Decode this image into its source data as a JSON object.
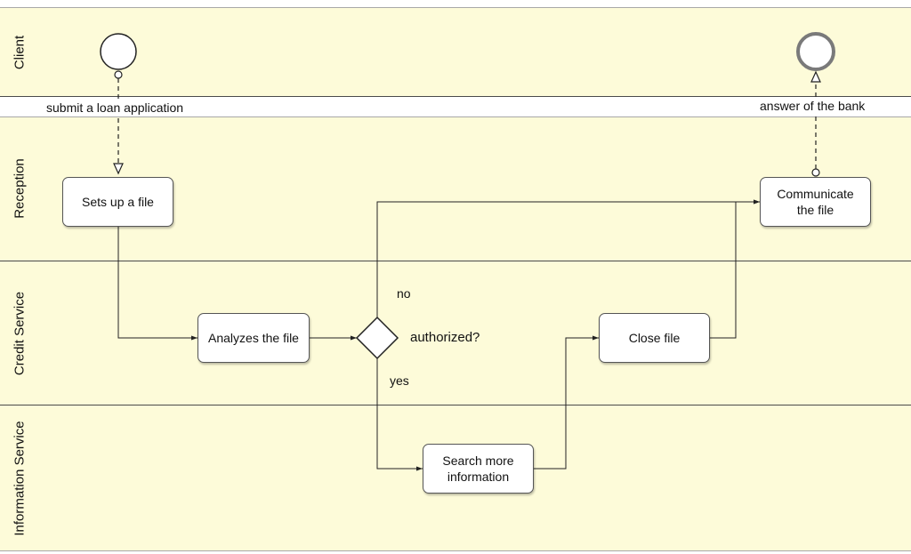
{
  "lanes": {
    "client": "Client",
    "reception": "Reception",
    "credit_service": "Credit Service",
    "information_service": "Information Service"
  },
  "messages": {
    "submit": "submit a loan application",
    "answer": "answer of the bank"
  },
  "tasks": {
    "setup": "Sets up a file",
    "analyze": "Analyzes the file",
    "communicate": "Communicate the file",
    "close": "Close file",
    "search": "Search more information"
  },
  "gateway": {
    "label": "authorized?",
    "no_label": "no",
    "yes_label": "yes"
  },
  "colors": {
    "lane_fill": "#fdfbd9",
    "end_event_stroke": "#7a7a7a",
    "line": "#222222"
  }
}
